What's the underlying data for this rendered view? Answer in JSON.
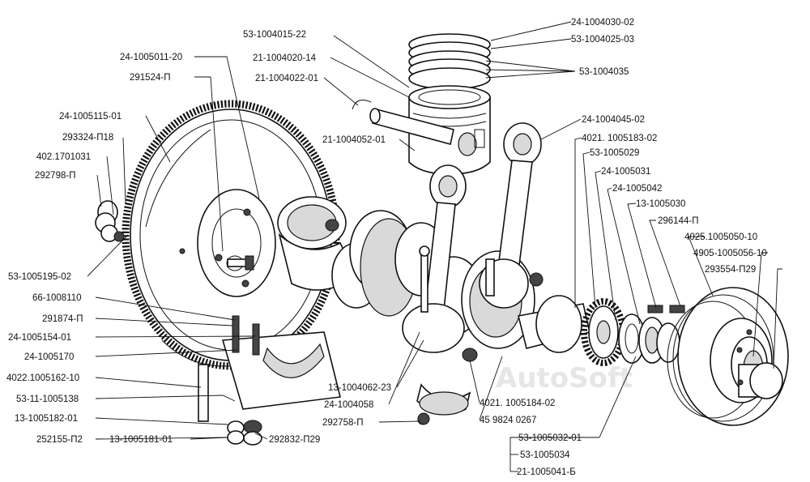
{
  "watermark": "AutoSoft",
  "labels": [
    "24-1004030-02",
    "53-1004015-22",
    "53-1004025-03",
    "21-1004020-14",
    "53-1004035",
    "24-1005011-20",
    "21-1004022-01",
    "291524-П",
    "24-1005115-01",
    "21-1004052-01",
    "24-1004045-02",
    "293324-П18",
    "4021. 1005183-02",
    "402.1701031",
    "53-1005029",
    "292798-П",
    "24-1005031",
    "24-1005042",
    "13-1005030",
    "296144-П",
    "4025.1005050-10",
    "53-1005195-02",
    "4905-1005056-10",
    "293554-П29",
    "66-1008110",
    "291874-П",
    "24-1005154-01",
    "24-1005170",
    "4022.1005162-10",
    "13-1004062-23",
    "53-11-1005138",
    "24-1004058",
    "4021. 1005184-02",
    "13-1005182-01",
    "292758-П",
    "45 9824 0267",
    "252155-П2",
    "13-1005181-01",
    "292832-П29",
    "53-1005032-01",
    "53-1005034",
    "21-1005041-Б"
  ]
}
